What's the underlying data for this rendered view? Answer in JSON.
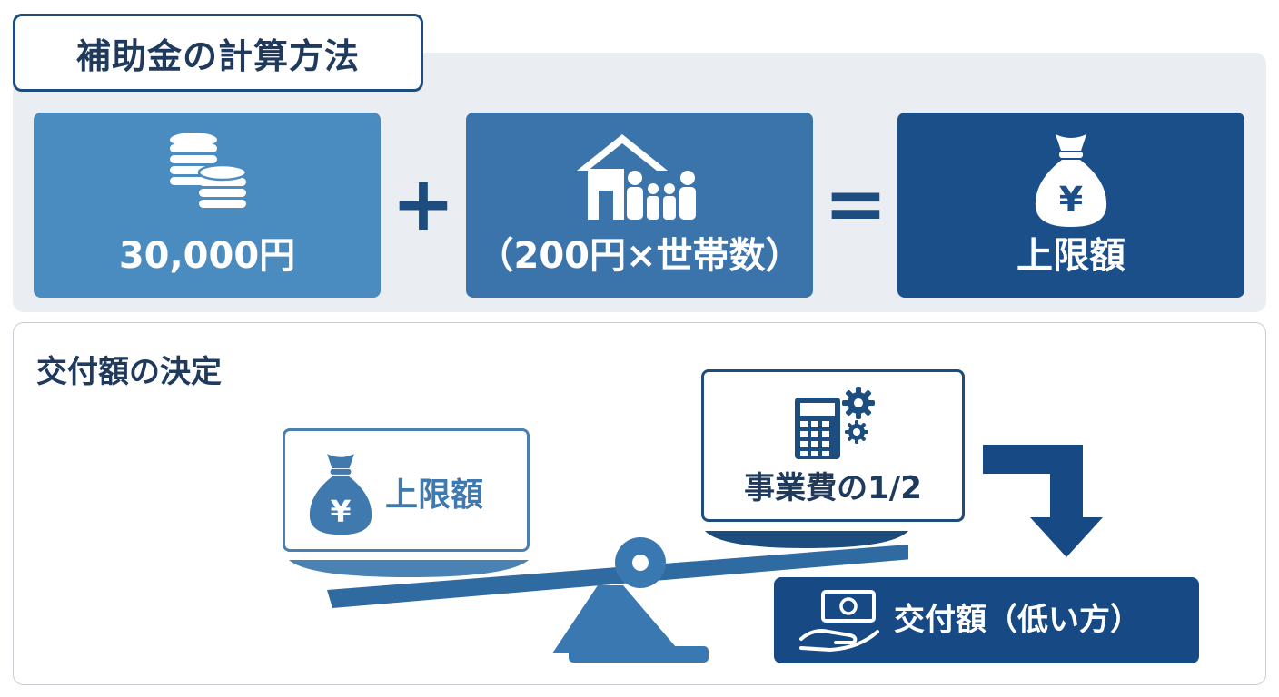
{
  "header": {
    "title": "補助金の計算方法"
  },
  "formula": {
    "term1": {
      "label": "30,000円",
      "icon": "coins-icon"
    },
    "operator_plus": "+",
    "term2": {
      "label": "（200円×世帯数）",
      "icon": "house-family-icon"
    },
    "operator_equals": "=",
    "result": {
      "label": "上限額",
      "icon": "yen-money-bag-icon"
    }
  },
  "decision": {
    "title": "交付額の決定",
    "left_pan": {
      "label": "上限額",
      "icon": "yen-money-bag-icon"
    },
    "right_pan": {
      "label": "事業費の1/2",
      "icon": "calculator-gears-icon"
    },
    "arrow_icon": "arrow-down-icon",
    "outcome": {
      "label": "交付額（低い方）",
      "icon": "hand-money-icon"
    }
  },
  "colors": {
    "navy": "#1a4f8a",
    "mid_blue": "#3b74aa",
    "light_blue": "#4a8bc0",
    "title_text": "#1f3a5c",
    "panel_bg": "#eaeef3"
  }
}
